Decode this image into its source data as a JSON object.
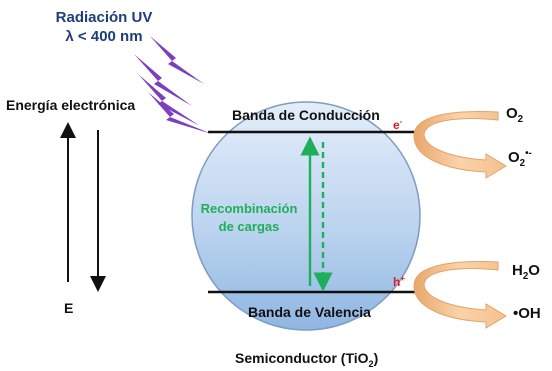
{
  "uv": {
    "line1": "Radiación UV",
    "line2": "λ < 400 nm"
  },
  "energy_axis": {
    "title": "Energía electrónica",
    "bottom_label": "E"
  },
  "bands": {
    "conduction": "Banda de Conducción",
    "valence": "Banda de Valencia"
  },
  "carriers": {
    "electron": "e",
    "electron_sup": "-",
    "hole": "h",
    "hole_sup": "+"
  },
  "recombination": {
    "line1": "Recombinación",
    "line2": "de cargas"
  },
  "reduction": {
    "reactant": "O",
    "reactant_sub": "2",
    "product": "O",
    "product_sub": "2",
    "product_sup": "•-"
  },
  "oxidation": {
    "reactant": "H",
    "reactant_sub": "2",
    "reactant_tail": "O",
    "product": "•OH"
  },
  "semiconductor": {
    "prefix": "Semiconductor (TiO",
    "sub": "2",
    "suffix": ")"
  },
  "colors": {
    "sphere_top": "#d6e6f8",
    "sphere_bottom": "#8fb6e2",
    "band_line": "#111111",
    "uv_bolt": "#7b3fc0",
    "arrow_green": "#1fae5a",
    "flow_arrow": "#f5c08f",
    "title_blue": "#1f3d7a",
    "carrier_red": "#d42020"
  },
  "icons": [
    "uv-lightning-icon",
    "energy-up-arrow-icon",
    "energy-down-arrow-icon",
    "curved-flow-arrow-icon"
  ]
}
